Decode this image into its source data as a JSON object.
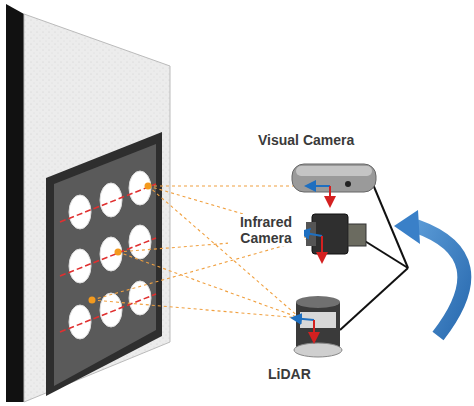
{
  "diagram": {
    "labels": [
      "Visual Camera",
      "Infrared Camera",
      "LiDAR"
    ]
  }
}
